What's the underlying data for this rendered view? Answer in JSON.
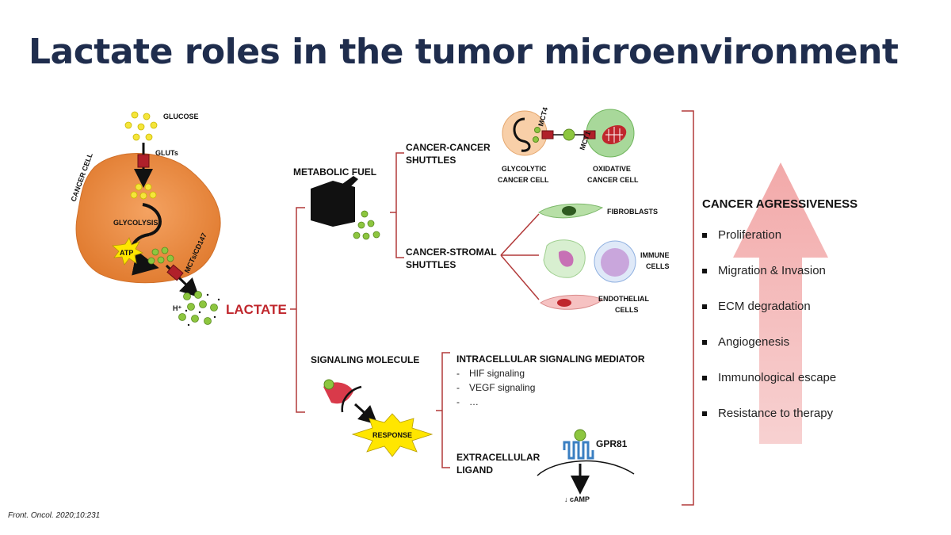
{
  "title": "Lactate roles in the tumor microenvironment",
  "citation": "Front. Oncol. 2020;10:231",
  "cell": {
    "glucose": "GLUCOSE",
    "gluts": "GLUTs",
    "cancer_cell": "CANCER CELL",
    "glycolysis": "GLYCOLYSIS",
    "atp": "ATP",
    "mct": "MCTs/CD147",
    "h": "H⁺",
    "lactate": "LACTATE"
  },
  "metabolic": {
    "heading": "METABOLIC FUEL",
    "cc_shuttles_1": "CANCER-CANCER",
    "cc_shuttles_2": "SHUTTLES",
    "cs_shuttles_1": "CANCER-STROMAL",
    "cs_shuttles_2": "SHUTTLES",
    "mct4": "MCT4",
    "mct1": "MCT1",
    "glycolytic_1": "GLYCOLYTIC",
    "glycolytic_2": "CANCER CELL",
    "oxidative_1": "OXIDATIVE",
    "oxidative_2": "CANCER CELL",
    "fibroblasts": "FIBROBLASTS",
    "immune_1": "IMMUNE",
    "immune_2": "CELLS",
    "endothelial_1": "ENDOTHELIAL",
    "endothelial_2": "CELLS"
  },
  "signaling": {
    "heading": "SIGNALING MOLECULE",
    "response": "RESPONSE",
    "intracellular": "INTRACELLULAR SIGNALING MEDIATOR",
    "items": [
      "HIF signaling",
      "VEGF signaling",
      "…"
    ],
    "extracellular_1": "EXTRACELLULAR",
    "extracellular_2": "LIGAND",
    "gpr81": "GPR81",
    "camp": "↓ cAMP"
  },
  "aggressiveness": {
    "heading": "CANCER AGRESSIVENESS",
    "items": [
      "Proliferation",
      "Migration & Invasion",
      "ECM degradation",
      "Angiogenesis",
      "Immunological escape",
      "Resistance to therapy"
    ]
  },
  "colors": {
    "title": "#1f2d4d",
    "bracket": "#b23a3a",
    "lactate_dot": "#8dc63f",
    "glucose_dot": "#f5e53a",
    "cell_orange": "#e8833a",
    "arrow_pink": "#f3b8b8"
  }
}
